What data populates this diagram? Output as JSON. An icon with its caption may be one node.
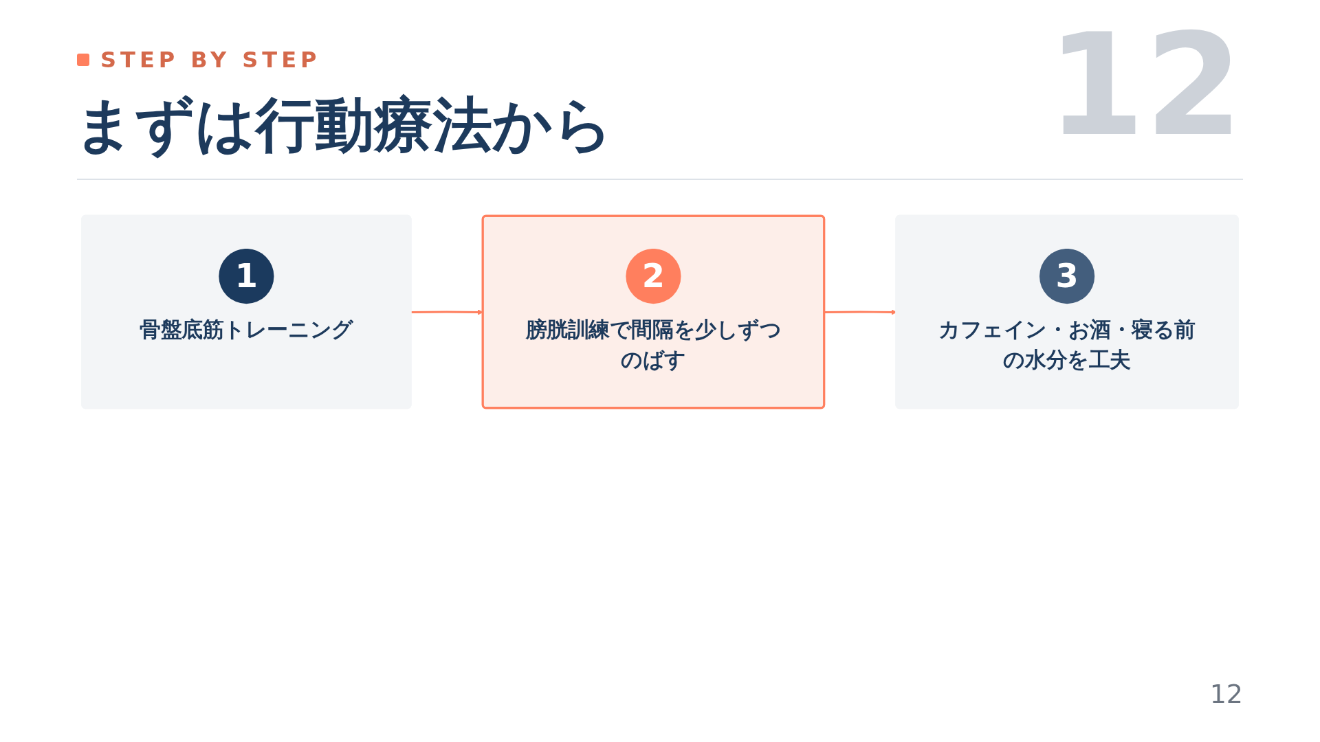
{
  "diagram": {
    "title": "まずは行動療法から",
    "nodes": [
      {
        "text": [
          "1",
          "骨盤底筋トレーニング"
        ]
      },
      {
        "text": [
          "2",
          "膀胱訓練で間隔を少しずつのばす"
        ]
      },
      {
        "text": [
          "3",
          "カフェイン・お酒・寝る前の水分を工夫"
        ]
      }
    ],
    "edges": [
      {
        "from": 0,
        "to": 1,
        "arrow": "to"
      },
      {
        "from": 1,
        "to": 2,
        "arrow": "to"
      }
    ],
    "labels": [
      "STEP BY STEP",
      "12",
      "12"
    ]
  }
}
